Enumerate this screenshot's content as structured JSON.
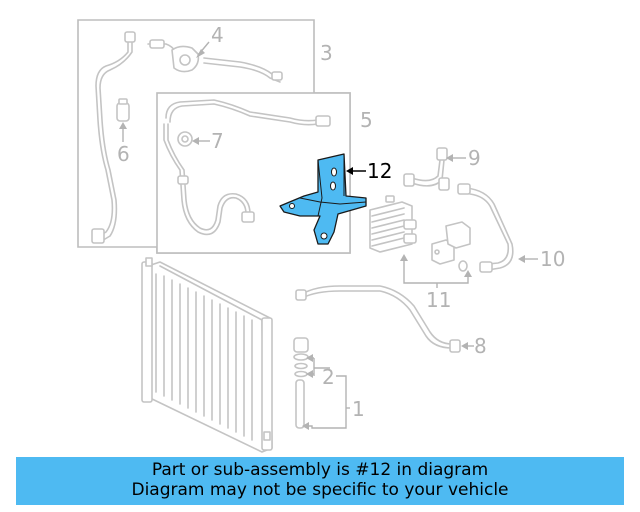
{
  "callouts": {
    "c1": "1",
    "c2": "2",
    "c3": "3",
    "c4": "4",
    "c5": "5",
    "c6": "6",
    "c7": "7",
    "c8": "8",
    "c9": "9",
    "c10": "10",
    "c11": "11",
    "c12": "12"
  },
  "highlight_color": "#4ebaf2",
  "banner": {
    "line1": "Part or sub-assembly is #12 in diagram",
    "line2": "Diagram may not be specific to your vehicle",
    "color": "#4ebaf2"
  }
}
